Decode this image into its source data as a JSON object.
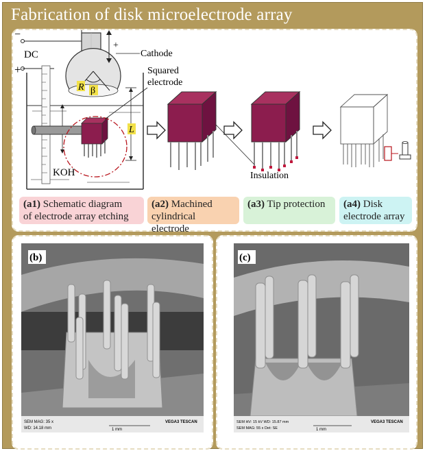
{
  "title": "Fabrication of disk microelectrode array",
  "schematic": {
    "minus_sign": "−",
    "plus_sign": "+",
    "dc_label": "DC",
    "cathode_label": "Cathode",
    "plus_arrow_label": "+",
    "squared_line1": "Squared",
    "squared_line2": "electrode",
    "r_label": "R",
    "beta_label": "β",
    "l_label": "L",
    "koh_label": "KOH",
    "insulation_label": "Insulation"
  },
  "captions": [
    {
      "tag": "(a1)",
      "line1": " Schematic diagram",
      "line2": "of electrode array etching",
      "color": "#f9d3d6"
    },
    {
      "tag": "(a2)",
      "line1": " Machined",
      "line2": "cylindrical electrode",
      "color": "#f9d2b0"
    },
    {
      "tag": "(a3)",
      "line1": " Tip protection",
      "line2": "",
      "color": "#d8f2d8"
    },
    {
      "tag": "(a4)",
      "line1": " Disk",
      "line2": "electrode array",
      "color": "#cdf3f3"
    }
  ],
  "photos": [
    {
      "label": "(b)",
      "info_left1": "SEM MAG: 35 x",
      "info_left2": "WD: 14.18 mm",
      "info_scale": "1 mm",
      "info_brand": "VEGA3 TESCAN"
    },
    {
      "label": "(c)",
      "info_left1": "SEM HV: 15 kV   WD: 15.87 mm",
      "info_left2": "SEM MAG: 55 x   Det: SE",
      "info_scale": "1 mm",
      "info_brand": "VEGA3 TESCAN"
    }
  ],
  "colors": {
    "frame": "#b39a5c",
    "cube_front": "#8c1d4e",
    "cube_top": "#a8315f",
    "cube_side": "#6e1240",
    "tip": "#c0183c",
    "dashdot": "#b8141c"
  }
}
